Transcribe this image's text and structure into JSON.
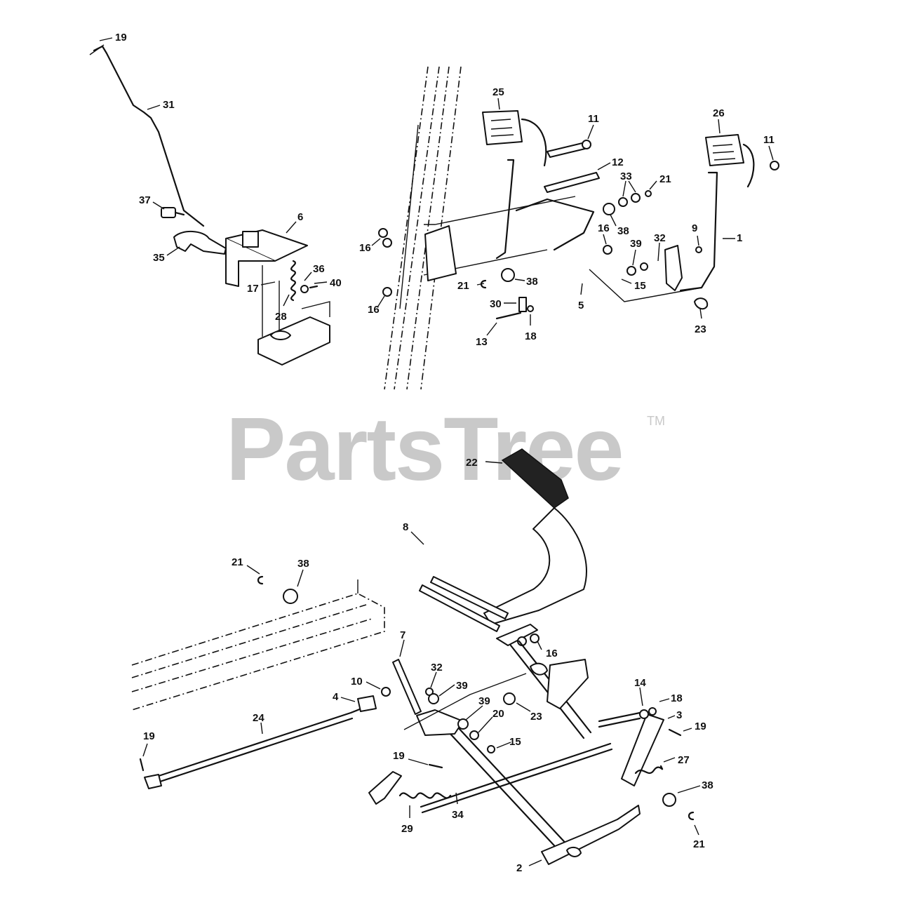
{
  "watermark": {
    "text": "PartsTree",
    "trademark": "TM"
  },
  "callouts": {
    "c19a": "19",
    "c31": "31",
    "c37": "37",
    "c6": "6",
    "c35": "35",
    "c36": "36",
    "c40": "40",
    "c17": "17",
    "c28": "28",
    "c25": "25",
    "c11a": "11",
    "c26": "26",
    "c11b": "11",
    "c12": "12",
    "c33": "33",
    "c21a": "21",
    "c16a": "16",
    "c16b": "16",
    "c38a": "38",
    "c39a": "39",
    "c32a": "32",
    "c9": "9",
    "c1": "1",
    "c21b": "21",
    "c38b": "38",
    "c15a": "15",
    "c16c": "16",
    "c30": "30",
    "c5": "5",
    "c13": "13",
    "c18a": "18",
    "c23a": "23",
    "c22": "22",
    "c8": "8",
    "c21c": "21",
    "c38c": "38",
    "c16d": "16",
    "c7": "7",
    "c32b": "32",
    "c39b": "39",
    "c10": "10",
    "c4": "4",
    "c24": "24",
    "c39c": "39",
    "c20": "20",
    "c23b": "23",
    "c14": "14",
    "c18b": "18",
    "c3": "3",
    "c19b": "19",
    "c15b": "15",
    "c19c": "19",
    "c19d": "19",
    "c27": "27",
    "c38d": "38",
    "c34": "34",
    "c29": "29",
    "c21d": "21",
    "c2": "2"
  }
}
